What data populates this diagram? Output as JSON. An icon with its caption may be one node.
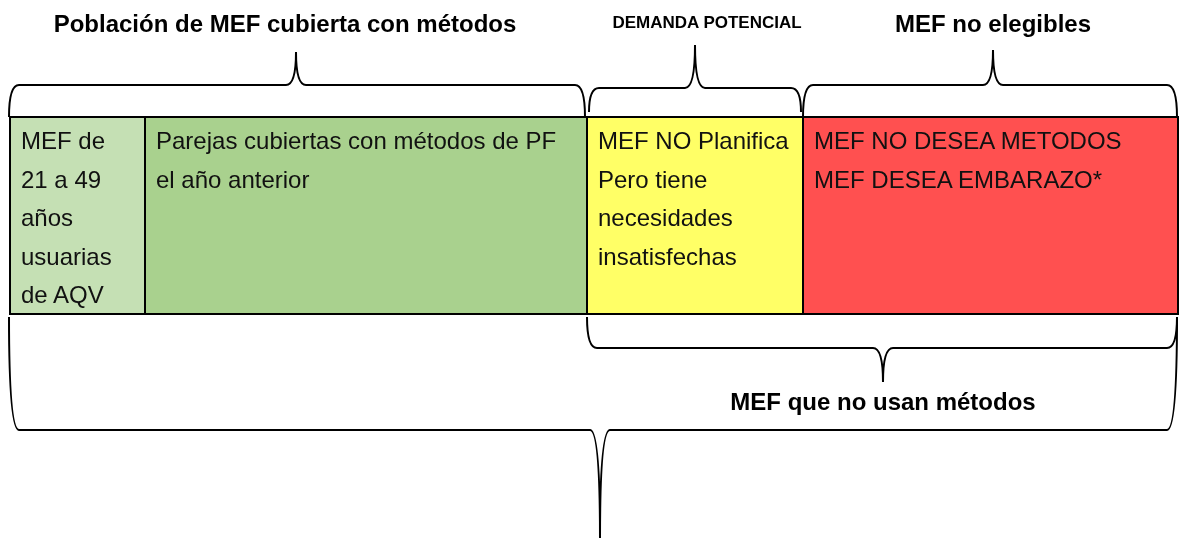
{
  "diagram": {
    "nodes": [
      {
        "text": [
          "MEF de 21 a 49 años usuarias de AQV"
        ]
      },
      {
        "text": [
          "Parejas cubiertas con métodos de PF el año anterior"
        ]
      },
      {
        "text": [
          "MEF NO Planifica Pero tiene necesidades insatisfechas"
        ]
      },
      {
        "text": [
          "MEF NO DESEA METODOS",
          "MEF DESEA EMBARAZO*"
        ]
      }
    ],
    "labels": [
      "Población de MEF cubierta con métodos",
      "DEMANDA POTENCIAL",
      "MEF no elegibles",
      "MEF que no usan métodos"
    ]
  }
}
